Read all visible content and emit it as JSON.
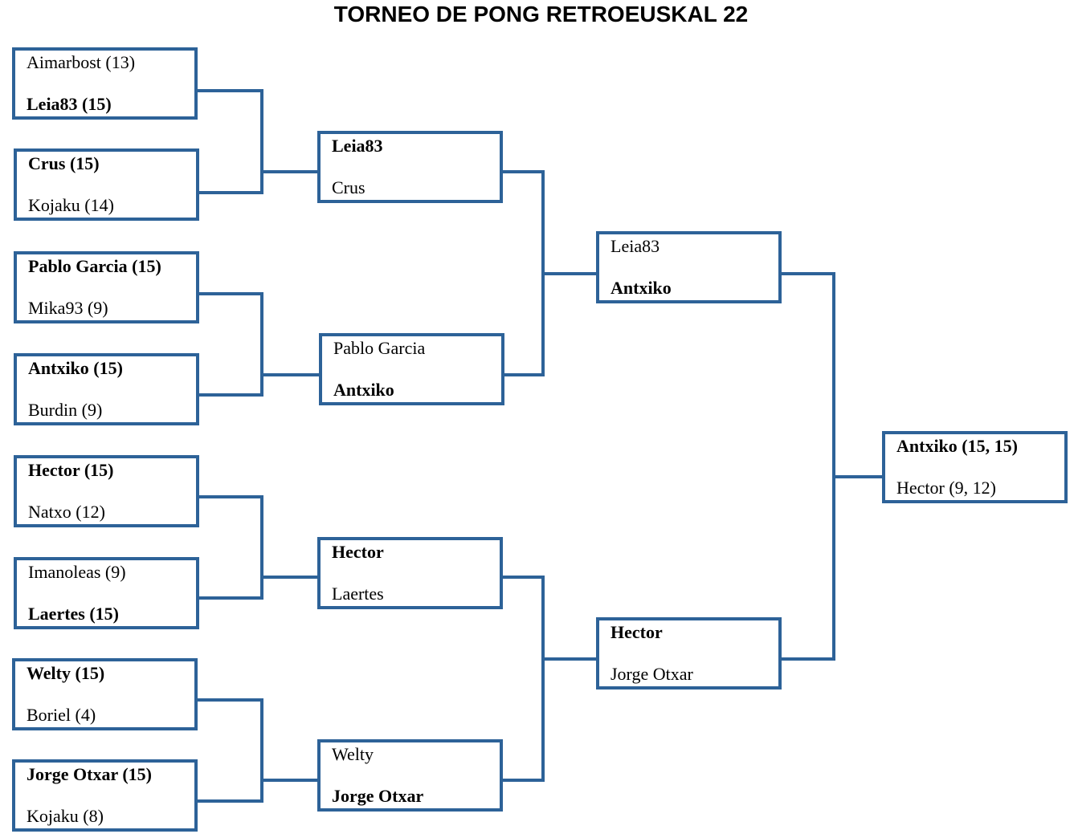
{
  "title": "TORNEO DE PONG RETROEUSKAL 22",
  "colors": {
    "line": "#2d6298",
    "border": "#2d6298",
    "text": "#000000"
  },
  "rounds": [
    {
      "name": "",
      "matches": [
        {
          "top": "Aimarbost (13)",
          "bottom": "Leia83 (15)",
          "winner": "bottom"
        },
        {
          "top": "Crus (15)",
          "bottom": "Kojaku (14)",
          "winner": "top"
        },
        {
          "top": "Pablo Garcia (15)",
          "bottom": "Mika93 (9)",
          "winner": "top"
        },
        {
          "top": "Antxiko (15)",
          "bottom": "Burdin (9)",
          "winner": "top"
        },
        {
          "top": "Hector (15)",
          "bottom": "Natxo (12)",
          "winner": "top"
        },
        {
          "top": "Imanoleas (9)",
          "bottom": "Laertes (15)",
          "winner": "bottom"
        },
        {
          "top": "Welty (15)",
          "bottom": "Boriel (4)",
          "winner": "top"
        },
        {
          "top": "Jorge Otxar (15)",
          "bottom": "Kojaku (8)",
          "winner": "top"
        }
      ]
    },
    {
      "name": "",
      "matches": [
        {
          "top": "Leia83",
          "bottom": "Crus",
          "winner": "top"
        },
        {
          "top": "Pablo Garcia",
          "bottom": "Antxiko",
          "winner": "bottom"
        },
        {
          "top": "Hector",
          "bottom": "Laertes",
          "winner": "top"
        },
        {
          "top": "Welty",
          "bottom": "Jorge Otxar",
          "winner": "bottom"
        }
      ]
    },
    {
      "name": "",
      "matches": [
        {
          "top": "Leia83",
          "bottom": "Antxiko",
          "winner": "bottom"
        },
        {
          "top": "Hector",
          "bottom": "Jorge Otxar",
          "winner": "top"
        }
      ]
    },
    {
      "name": "",
      "matches": [
        {
          "top": "Antxiko (15, 15)",
          "bottom": "Hector (9, 12)",
          "winner": "top"
        }
      ]
    }
  ]
}
